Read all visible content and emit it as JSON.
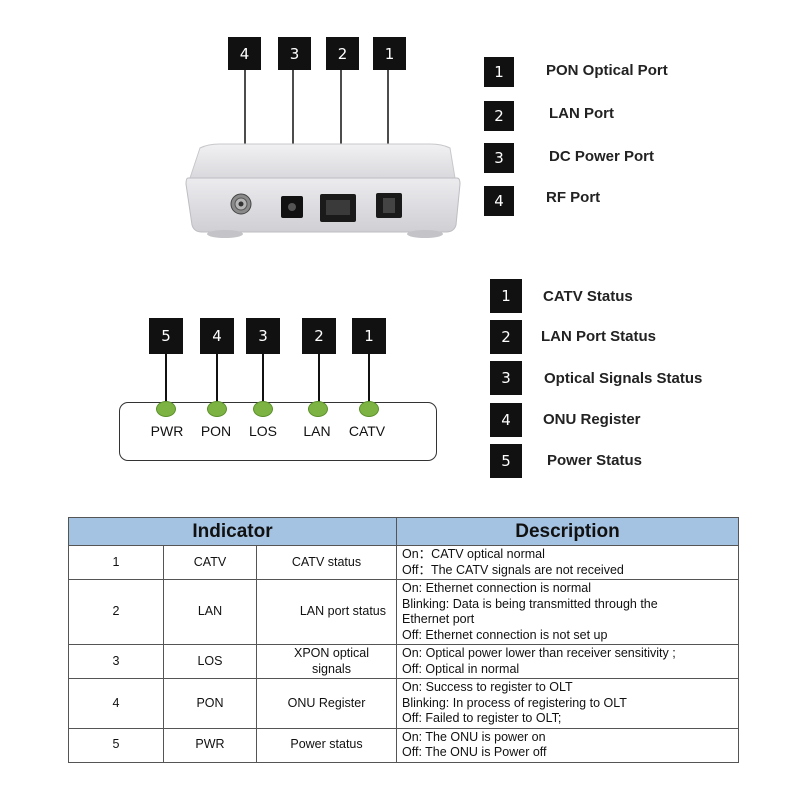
{
  "device_callouts": [
    {
      "number": "4"
    },
    {
      "number": "3"
    },
    {
      "number": "2"
    },
    {
      "number": "1"
    }
  ],
  "port_legend": [
    {
      "number": "1",
      "label": "PON Optical Port"
    },
    {
      "number": "2",
      "label": "LAN Port"
    },
    {
      "number": "3",
      "label": "DC Power Port"
    },
    {
      "number": "4",
      "label": "RF Port"
    }
  ],
  "led_callouts": [
    {
      "number": "5",
      "label": "PWR"
    },
    {
      "number": "4",
      "label": "PON"
    },
    {
      "number": "3",
      "label": "LOS"
    },
    {
      "number": "2",
      "label": "LAN"
    },
    {
      "number": "1",
      "label": "CATV"
    }
  ],
  "led_color": "#7cb342",
  "status_legend": [
    {
      "number": "1",
      "label": "CATV Status"
    },
    {
      "number": "2",
      "label": "LAN Port Status"
    },
    {
      "number": "3",
      "label": "Optical Signals Status"
    },
    {
      "number": "4",
      "label": "ONU Register"
    },
    {
      "number": "5",
      "label": "Power Status"
    }
  ],
  "table": {
    "header_indicator": "Indicator",
    "header_description": "Description",
    "header_color": "#a4c2e2",
    "rows": [
      {
        "num": "1",
        "name": "CATV",
        "status": "CATV status",
        "desc": [
          "On：CATV optical normal",
          "Off：The CATV signals are not received"
        ]
      },
      {
        "num": "2",
        "name": "LAN",
        "status": "LAN port status",
        "desc": [
          "On: Ethernet connection is normal",
          "Blinking: Data is being transmitted through the",
          "Ethernet port",
          "Off: Ethernet connection is not set up"
        ]
      },
      {
        "num": "3",
        "name": "LOS",
        "status": "XPON optical signals",
        "desc": [
          "On: Optical power lower than receiver sensitivity ;",
          "Off: Optical in normal"
        ]
      },
      {
        "num": "4",
        "name": "PON",
        "status": "ONU Register",
        "desc": [
          "On: Success to register to OLT",
          "Blinking: In process of registering to OLT",
          "Off: Failed to register to OLT;"
        ]
      },
      {
        "num": "5",
        "name": "PWR",
        "status": "Power status",
        "desc": [
          "On: The ONU is power on",
          "Off: The ONU is Power off"
        ]
      }
    ]
  }
}
